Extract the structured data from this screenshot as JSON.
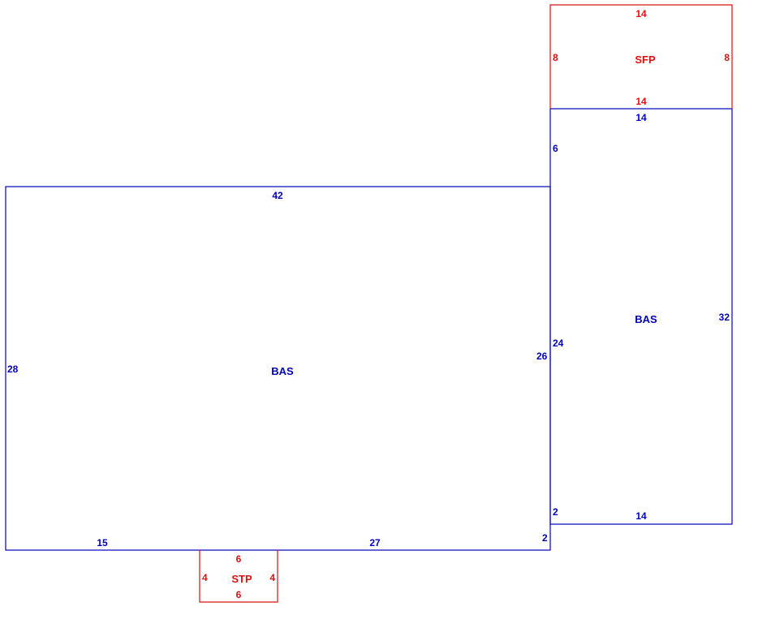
{
  "colors": {
    "living": "#0000bb",
    "porch": "#dd1111"
  },
  "areas": {
    "main": {
      "code": "BAS",
      "dims": {
        "top": "42",
        "left": "28",
        "right": "26",
        "bottom_left": "15",
        "bottom_right": "27",
        "corner_bottom": "2"
      }
    },
    "wing": {
      "code": "BAS",
      "dims": {
        "top": "14",
        "left_upper": "6",
        "left_mid": "24",
        "left_lower": "2",
        "right": "32",
        "bottom": "14"
      }
    },
    "sfp": {
      "code": "SFP",
      "dims": {
        "top": "14",
        "bottom": "14",
        "left": "8",
        "right": "8"
      }
    },
    "stp": {
      "code": "STP",
      "dims": {
        "top": "6",
        "bottom": "6",
        "left": "4",
        "right": "4"
      }
    }
  }
}
